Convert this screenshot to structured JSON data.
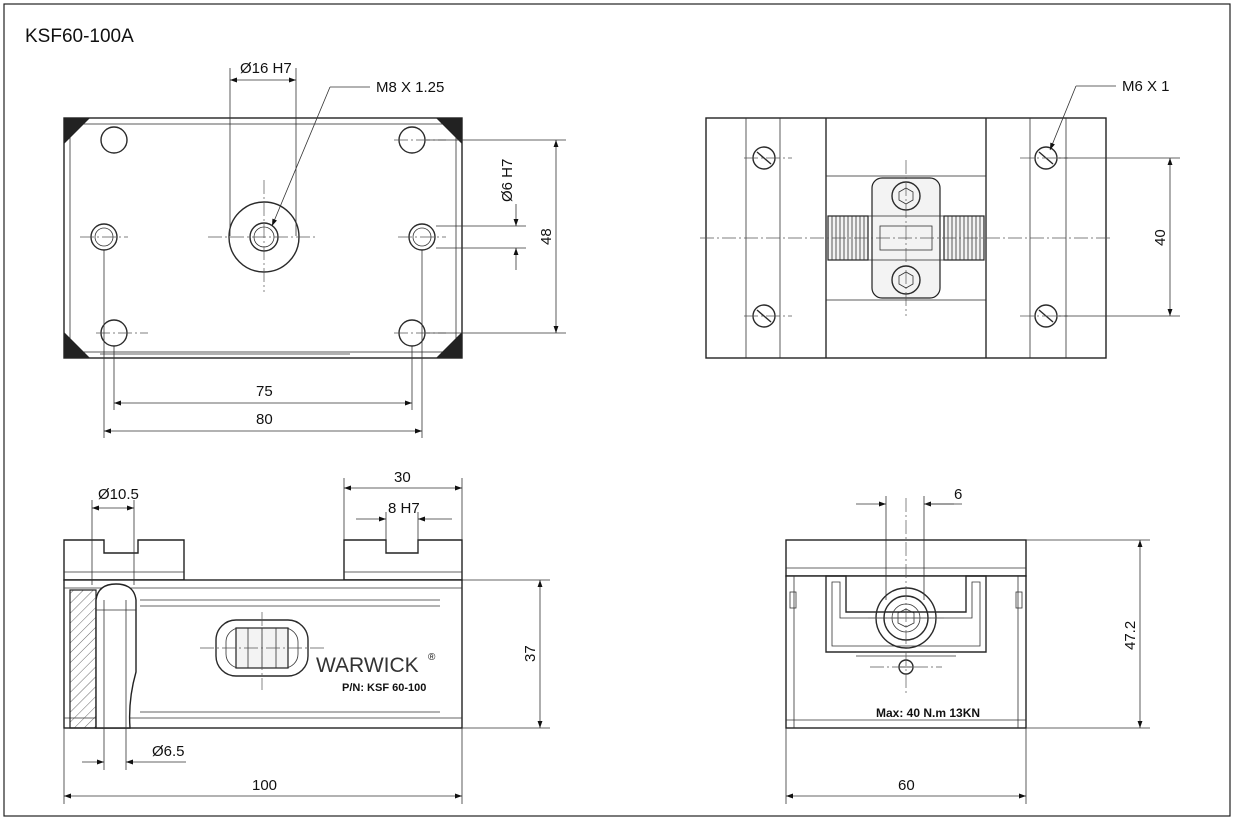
{
  "drawing": {
    "title": "KSF60-100A",
    "top_view": {
      "bore_callout": "Ø16 H7",
      "thread_callout": "M8 X 1.25",
      "pin_callout": "Ø6 H7",
      "dim_height": "48",
      "dim_inner_width": "75",
      "dim_outer_width": "80"
    },
    "top_right_view": {
      "thread_callout": "M6 X 1",
      "dim_height": "40"
    },
    "front_view": {
      "hole_callout": "Ø10.5",
      "slot_width": "30",
      "key_callout": "8 H7",
      "dim_height": "37",
      "small_hole_callout": "Ø6.5",
      "dim_length": "100",
      "brand": "WARWICK",
      "brand_mark": "®",
      "part_number": "P/N: KSF 60-100"
    },
    "side_view": {
      "dim_top": "6",
      "dim_height": "47.2",
      "dim_width": "60",
      "rating": "Max: 40 N.m 13KN"
    }
  }
}
